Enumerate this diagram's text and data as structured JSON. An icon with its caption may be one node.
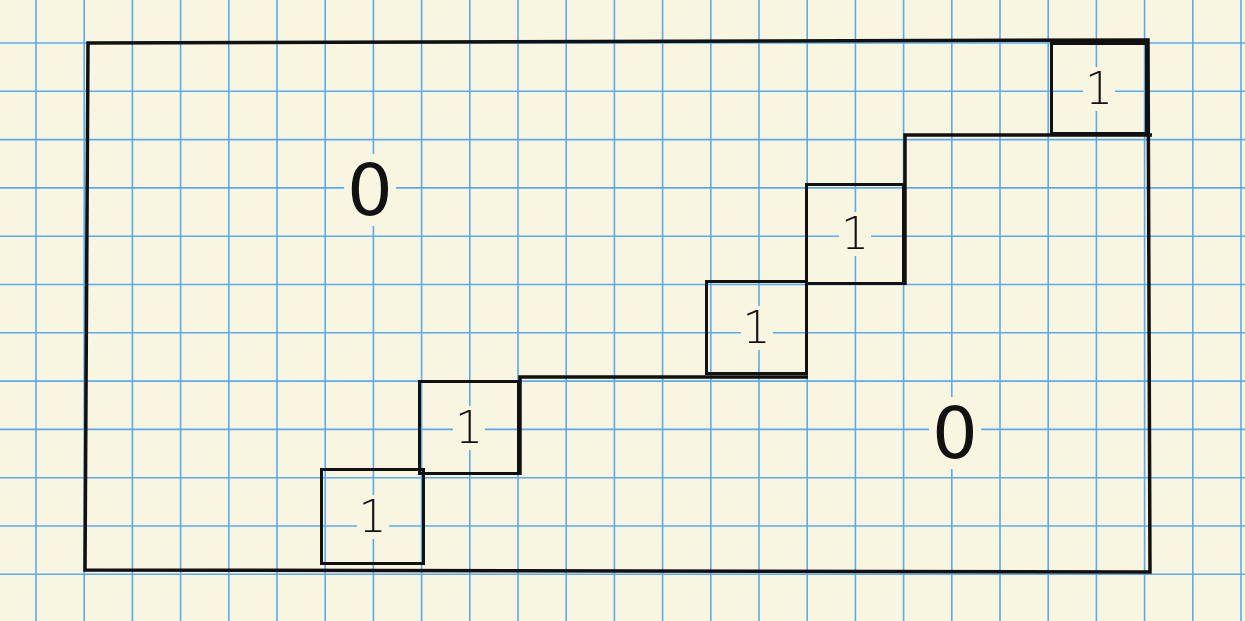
{
  "diagram": {
    "nodes": [
      {
        "text": [
          "1"
        ]
      },
      {
        "text": [
          "1"
        ]
      },
      {
        "text": [
          "1"
        ]
      },
      {
        "text": [
          "1"
        ]
      },
      {
        "text": [
          "1"
        ]
      }
    ],
    "labels": [
      "0",
      "0"
    ]
  }
}
